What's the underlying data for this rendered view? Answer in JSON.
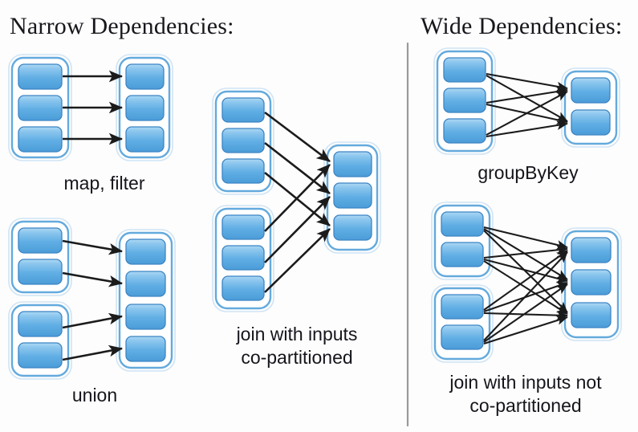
{
  "slide": {
    "background_color": "#fdfdfd",
    "left_heading": "Narrow Dependencies:",
    "right_heading": "Wide Dependencies:",
    "divider_color": "#9a9a9a"
  },
  "palette": {
    "partition_fill_top": "#9fd0f0",
    "partition_fill_bottom": "#4e9fda",
    "partition_stroke": "#3c85c4",
    "container_stroke": "#64aadd",
    "container_halo": "#cfe4f5",
    "arrow_color": "#1b1b1b",
    "heading_color": "#17171d",
    "label_color": "#15151c"
  },
  "diagrams": [
    {
      "id": "map-filter",
      "label": "map, filter",
      "side": "narrow",
      "input_rdds": [
        {
          "partitions": 3
        }
      ],
      "output_rdds": [
        {
          "partitions": 3
        }
      ],
      "edges": "one-to-one",
      "edge_count": 3
    },
    {
      "id": "union",
      "label": "union",
      "side": "narrow",
      "input_rdds": [
        {
          "partitions": 2
        },
        {
          "partitions": 2
        }
      ],
      "output_rdds": [
        {
          "partitions": 4
        }
      ],
      "edges": "one-to-one",
      "edge_count": 4
    },
    {
      "id": "join-co-partitioned",
      "label": "join with inputs\nco-partitioned",
      "label_lines": [
        "join with inputs",
        "co-partitioned"
      ],
      "side": "narrow",
      "input_rdds": [
        {
          "partitions": 3
        },
        {
          "partitions": 3
        }
      ],
      "output_rdds": [
        {
          "partitions": 3
        }
      ],
      "edges": "paired-one-to-one",
      "edge_count": 6
    },
    {
      "id": "group-by-key",
      "label": "groupByKey",
      "side": "wide",
      "input_rdds": [
        {
          "partitions": 3
        }
      ],
      "output_rdds": [
        {
          "partitions": 2
        }
      ],
      "edges": "all-to-all",
      "edge_count": 6
    },
    {
      "id": "join-not-co-partitioned",
      "label": "join with inputs not\nco-partitioned",
      "label_lines": [
        "join with inputs not",
        "co-partitioned"
      ],
      "side": "wide",
      "input_rdds": [
        {
          "partitions": 2
        },
        {
          "partitions": 2
        }
      ],
      "output_rdds": [
        {
          "partitions": 3
        }
      ],
      "edges": "all-to-all",
      "edge_count": 12
    }
  ]
}
